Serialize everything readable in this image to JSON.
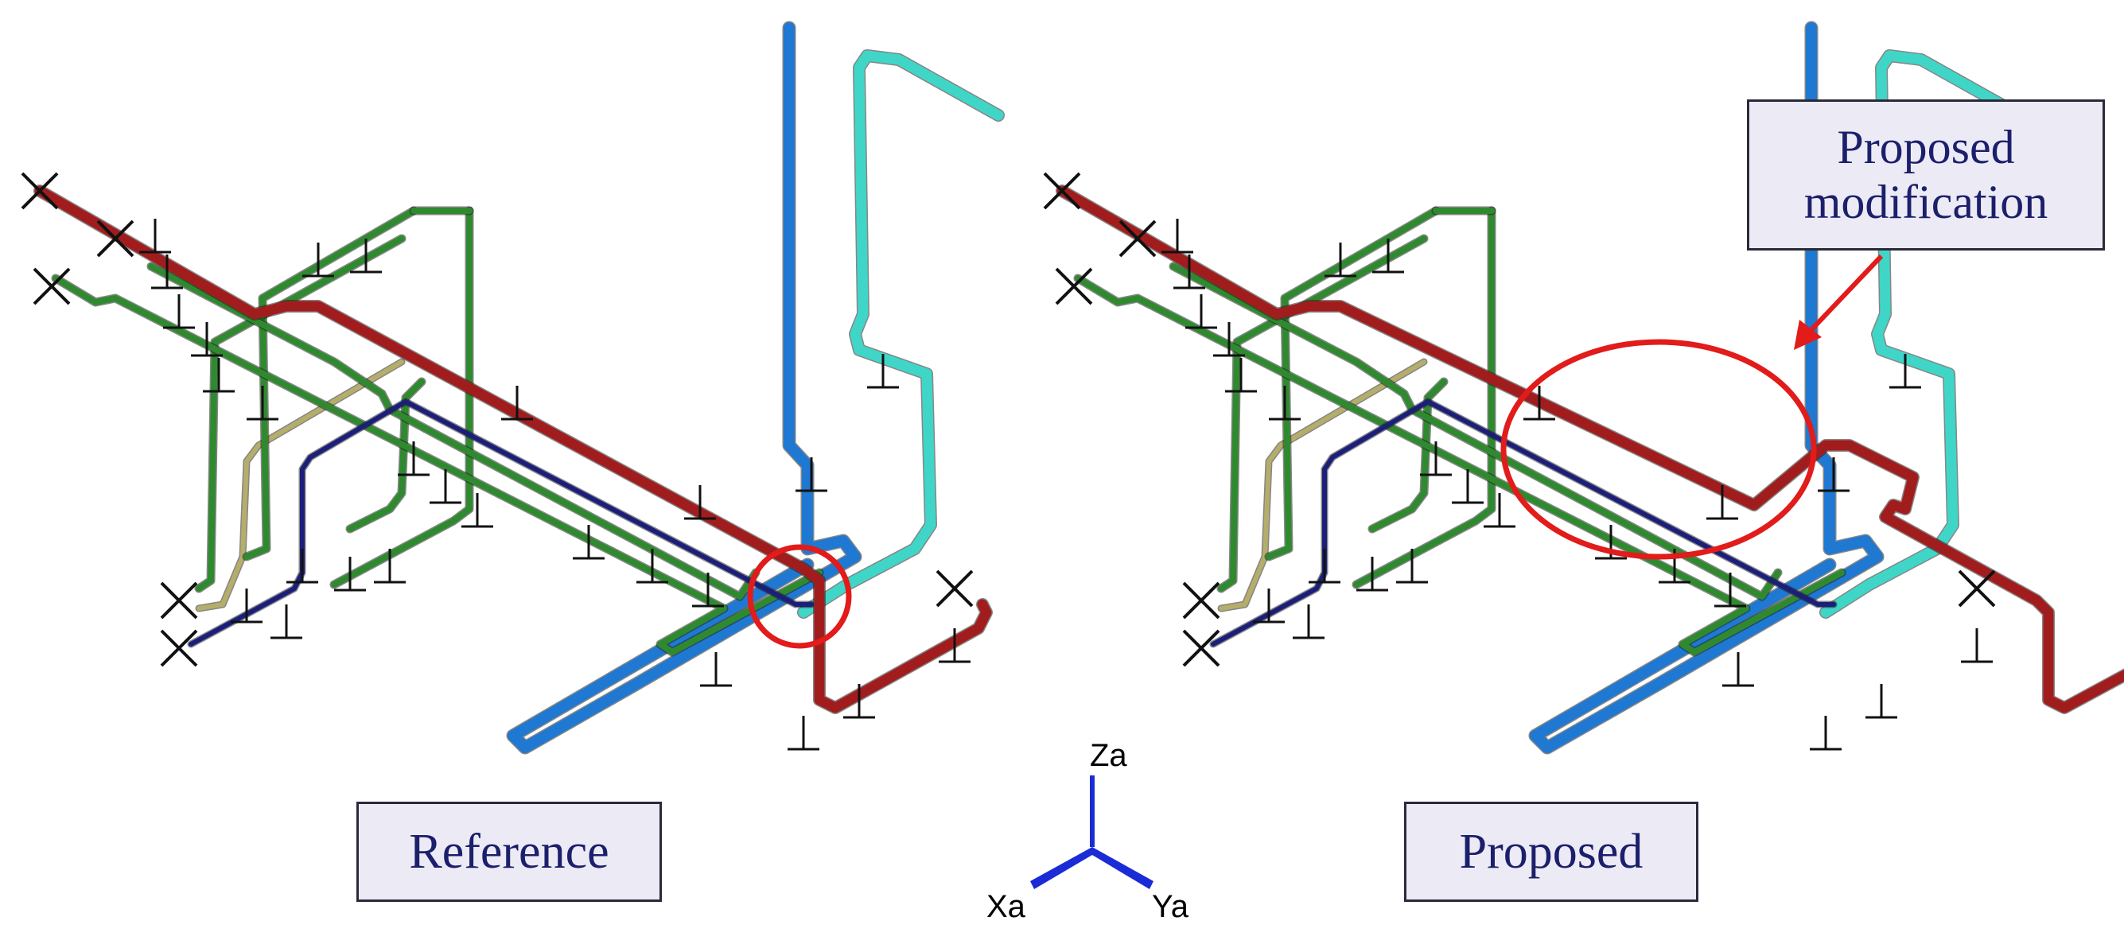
{
  "labels": {
    "reference": "Reference",
    "proposed": "Proposed",
    "modification_line1": "Proposed",
    "modification_line2": "modification"
  },
  "axes": {
    "z": "Za",
    "x": "Xa",
    "y": "Ya"
  },
  "colors": {
    "red_pipe": "#a11d1d",
    "green_pipe": "#2f8a2f",
    "navy_pipe": "#1b1f7a",
    "blue_pipe": "#1f78d1",
    "cyan_pipe": "#3fd6c8",
    "olive_pipe": "#b5ad6a",
    "support": "#111111",
    "highlight": "#e21b1b",
    "triad": "#1b2bd6",
    "label_fill": "#ecebf5",
    "label_text": "#1c1f6b"
  }
}
